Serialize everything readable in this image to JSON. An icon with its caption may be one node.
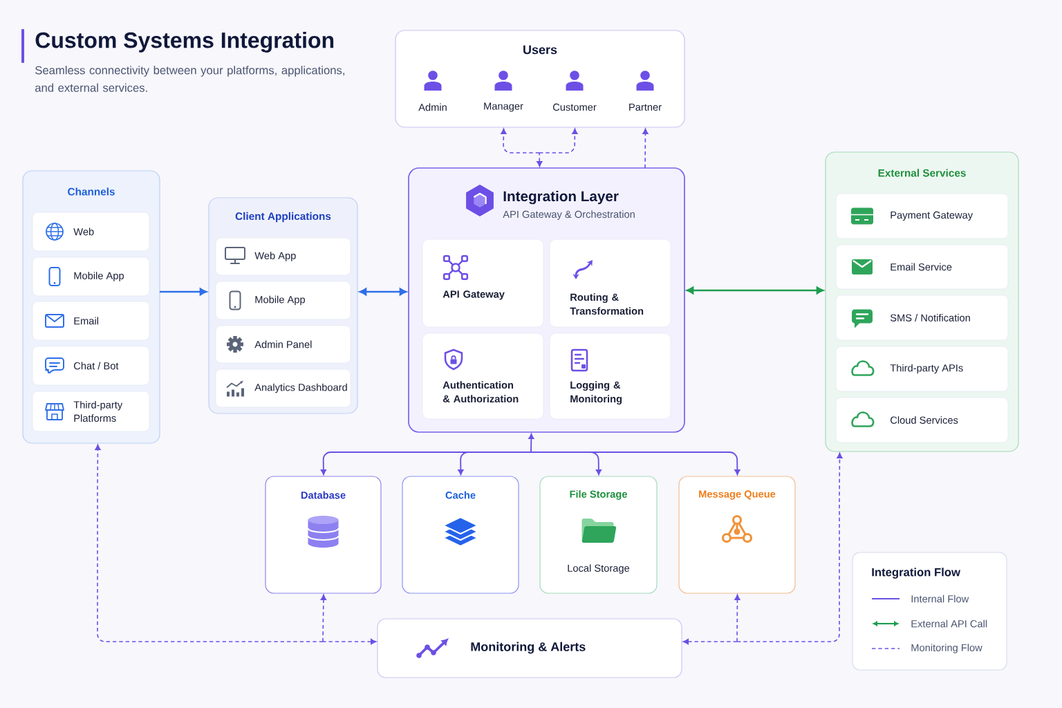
{
  "diagram": {
    "title": "Custom Systems Integration",
    "nodes": [
      {
        "text": [
          "Users"
        ]
      },
      {
        "text": [
          "Channels"
        ]
      },
      {
        "text": [
          "Web"
        ],
        "in": 1
      },
      {
        "text": [
          "Mobile App"
        ],
        "in": 1
      },
      {
        "text": [
          "Email"
        ],
        "in": 1
      },
      {
        "text": [
          "Chat / Bot"
        ],
        "in": 1
      },
      {
        "text": [
          "Third-party Platforms"
        ],
        "in": 1
      },
      {
        "text": [
          "Client Applications"
        ]
      },
      {
        "text": [
          "Web App"
        ],
        "in": 7
      },
      {
        "text": [
          "Mobile App"
        ],
        "in": 7
      },
      {
        "text": [
          "Admin Panel"
        ],
        "in": 7
      },
      {
        "text": [
          "Analytics Dashboard"
        ],
        "in": 7
      },
      {
        "text": [
          "Integration Layer",
          "API Gateway & Orchestration"
        ]
      },
      {
        "text": [
          "API Gateway"
        ],
        "in": 12
      },
      {
        "text": [
          "Routing & Transformation"
        ],
        "in": 12
      },
      {
        "text": [
          "Authentication & Authorization"
        ],
        "in": 12
      },
      {
        "text": [
          "Logging & Monitoring"
        ],
        "in": 12
      },
      {
        "text": [
          "External Services"
        ]
      },
      {
        "text": [
          "Payment Gateway"
        ],
        "in": 17
      },
      {
        "text": [
          "Email Service"
        ],
        "in": 17
      },
      {
        "text": [
          "SMS / Notification"
        ],
        "in": 17
      },
      {
        "text": [
          "Third-party APIs"
        ],
        "in": 17
      },
      {
        "text": [
          "Cloud Services"
        ],
        "in": 17
      },
      {
        "text": [
          "Database"
        ]
      },
      {
        "text": [
          "Cache"
        ]
      },
      {
        "text": [
          "File Storage",
          "Local Storage"
        ]
      },
      {
        "text": [
          "Message Queue"
        ]
      },
      {
        "text": [
          "Monitoring & Alerts"
        ]
      }
    ],
    "edges": [
      {
        "from": 1,
        "to": 7,
        "arrow": "to",
        "color": "#2f6fe8"
      },
      {
        "from": 7,
        "to": 12,
        "arrow": "both",
        "color": "#2f6fe8"
      },
      {
        "from": 12,
        "to": 17,
        "arrow": "both",
        "color": "#1f9d4f"
      },
      {
        "from": 12,
        "to": 0,
        "arrow": "both",
        "style": "dashed"
      },
      {
        "from": 12,
        "to": 0,
        "arrow": "both",
        "style": "dashed"
      },
      {
        "from": 12,
        "to": 0,
        "arrow": "to",
        "style": "dashed"
      },
      {
        "from": 12,
        "to": 23,
        "arrow": "both"
      },
      {
        "from": 12,
        "to": 24,
        "arrow": "both"
      },
      {
        "from": 12,
        "to": 25,
        "arrow": "both"
      },
      {
        "from": 12,
        "to": 26,
        "arrow": "both"
      },
      {
        "from": 27,
        "to": 1,
        "arrow": "both",
        "style": "dashed"
      },
      {
        "from": 27,
        "to": 23,
        "arrow": "both",
        "style": "dashed"
      },
      {
        "from": 27,
        "to": 26,
        "arrow": "both",
        "style": "dashed"
      },
      {
        "from": 27,
        "to": 17,
        "arrow": "both",
        "style": "dashed"
      }
    ],
    "labels": [
      "Seamless connectivity between your platforms, applications, and external services.",
      "Admin",
      "Manager",
      "Customer",
      "Partner",
      "Integration Flow"
    ],
    "legend": [
      {
        "text": "Internal Flow"
      },
      {
        "text": "External API Call"
      },
      {
        "text": "Monitoring Flow"
      }
    ]
  }
}
